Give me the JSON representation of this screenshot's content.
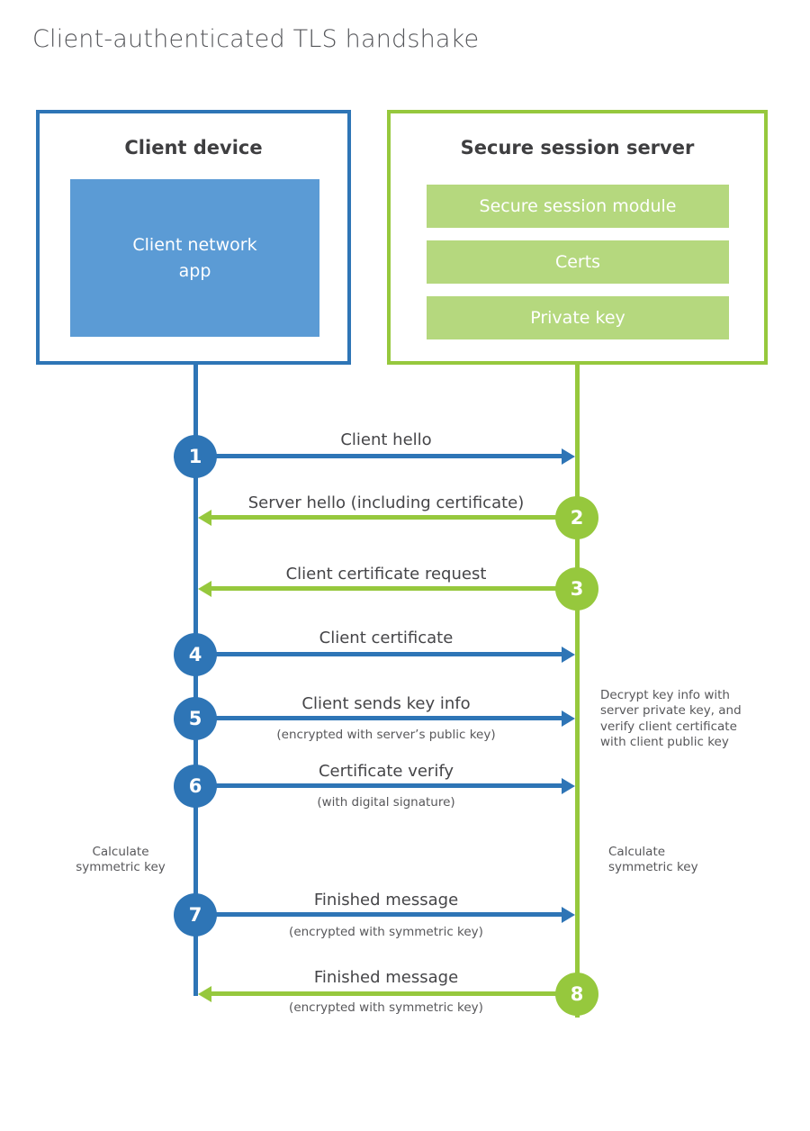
{
  "title": "Client-authenticated TLS handshake",
  "colors": {
    "blue": "#2e75b6",
    "light_blue": "#5b9bd5",
    "green": "#96c83d",
    "light_green": "#b5d87e",
    "text_dark": "#3e3e40",
    "text_gray": "#57575a"
  },
  "client_box": {
    "title": "Client device",
    "app_label": "Client network\napp"
  },
  "server_box": {
    "title": "Secure session server",
    "modules": [
      {
        "label": "Secure session module"
      },
      {
        "label": "Certs"
      },
      {
        "label": "Private key"
      }
    ]
  },
  "steps": [
    {
      "num": "1",
      "label": "Client hello",
      "sublabel": "",
      "direction": "right",
      "color": "blue"
    },
    {
      "num": "2",
      "label": "Server hello (including certificate)",
      "sublabel": "",
      "direction": "left",
      "color": "green"
    },
    {
      "num": "3",
      "label": "Client certificate request",
      "sublabel": "",
      "direction": "left",
      "color": "green"
    },
    {
      "num": "4",
      "label": "Client certificate",
      "sublabel": "",
      "direction": "right",
      "color": "blue"
    },
    {
      "num": "5",
      "label": "Client sends key info",
      "sublabel": "(encrypted with server’s public key)",
      "direction": "right",
      "color": "blue"
    },
    {
      "num": "6",
      "label": "Certificate verify",
      "sublabel": "(with digital signature)",
      "direction": "right",
      "color": "blue"
    },
    {
      "num": "7",
      "label": "Finished message",
      "sublabel": "(encrypted with symmetric key)",
      "direction": "right",
      "color": "blue"
    },
    {
      "num": "8",
      "label": "Finished message",
      "sublabel": "(encrypted with symmetric key)",
      "direction": "left",
      "color": "green"
    }
  ],
  "annotations": {
    "decrypt_note": "Decrypt key info with\nserver private key, and\nverify client certificate\nwith client public key",
    "calc_left": "Calculate\nsymmetric key",
    "calc_right": "Calculate\nsymmetric key"
  }
}
